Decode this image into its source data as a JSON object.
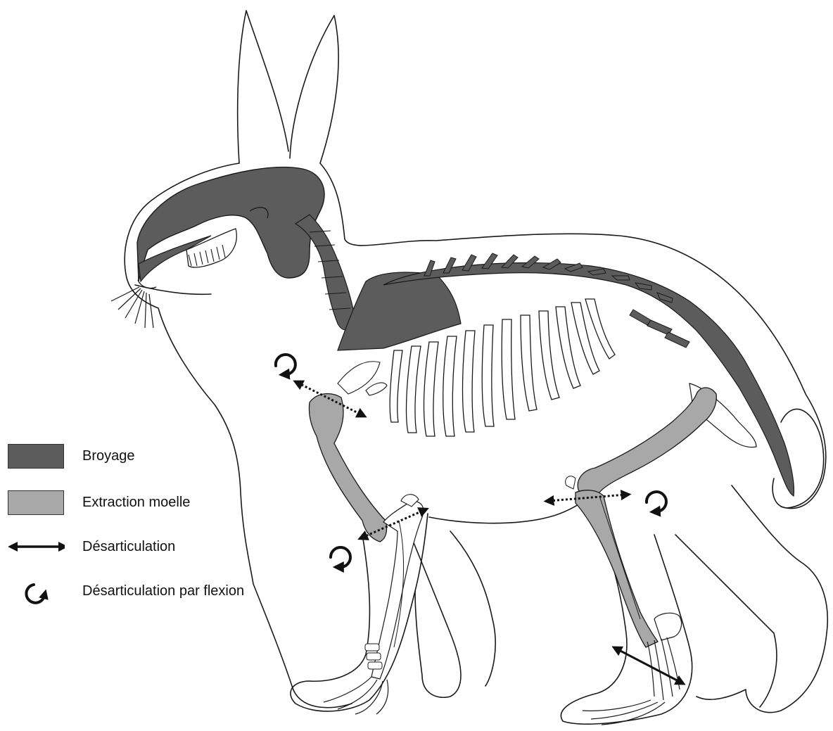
{
  "colors": {
    "broyage": "#5c5c5c",
    "extraction_moelle": "#a8a8a8",
    "outline": "#1a1a1a",
    "background": "#ffffff"
  },
  "legend": {
    "broyage": {
      "label": "Broyage",
      "icon": "dark-swatch"
    },
    "extraction_moelle": {
      "label": "Extraction moelle",
      "icon": "light-swatch"
    },
    "desarticulation": {
      "label": "Désarticulation",
      "icon": "double-arrow-icon"
    },
    "desarticulation_flexion": {
      "label": "Désarticulation par flexion",
      "icon": "curved-arrow-icon"
    }
  }
}
